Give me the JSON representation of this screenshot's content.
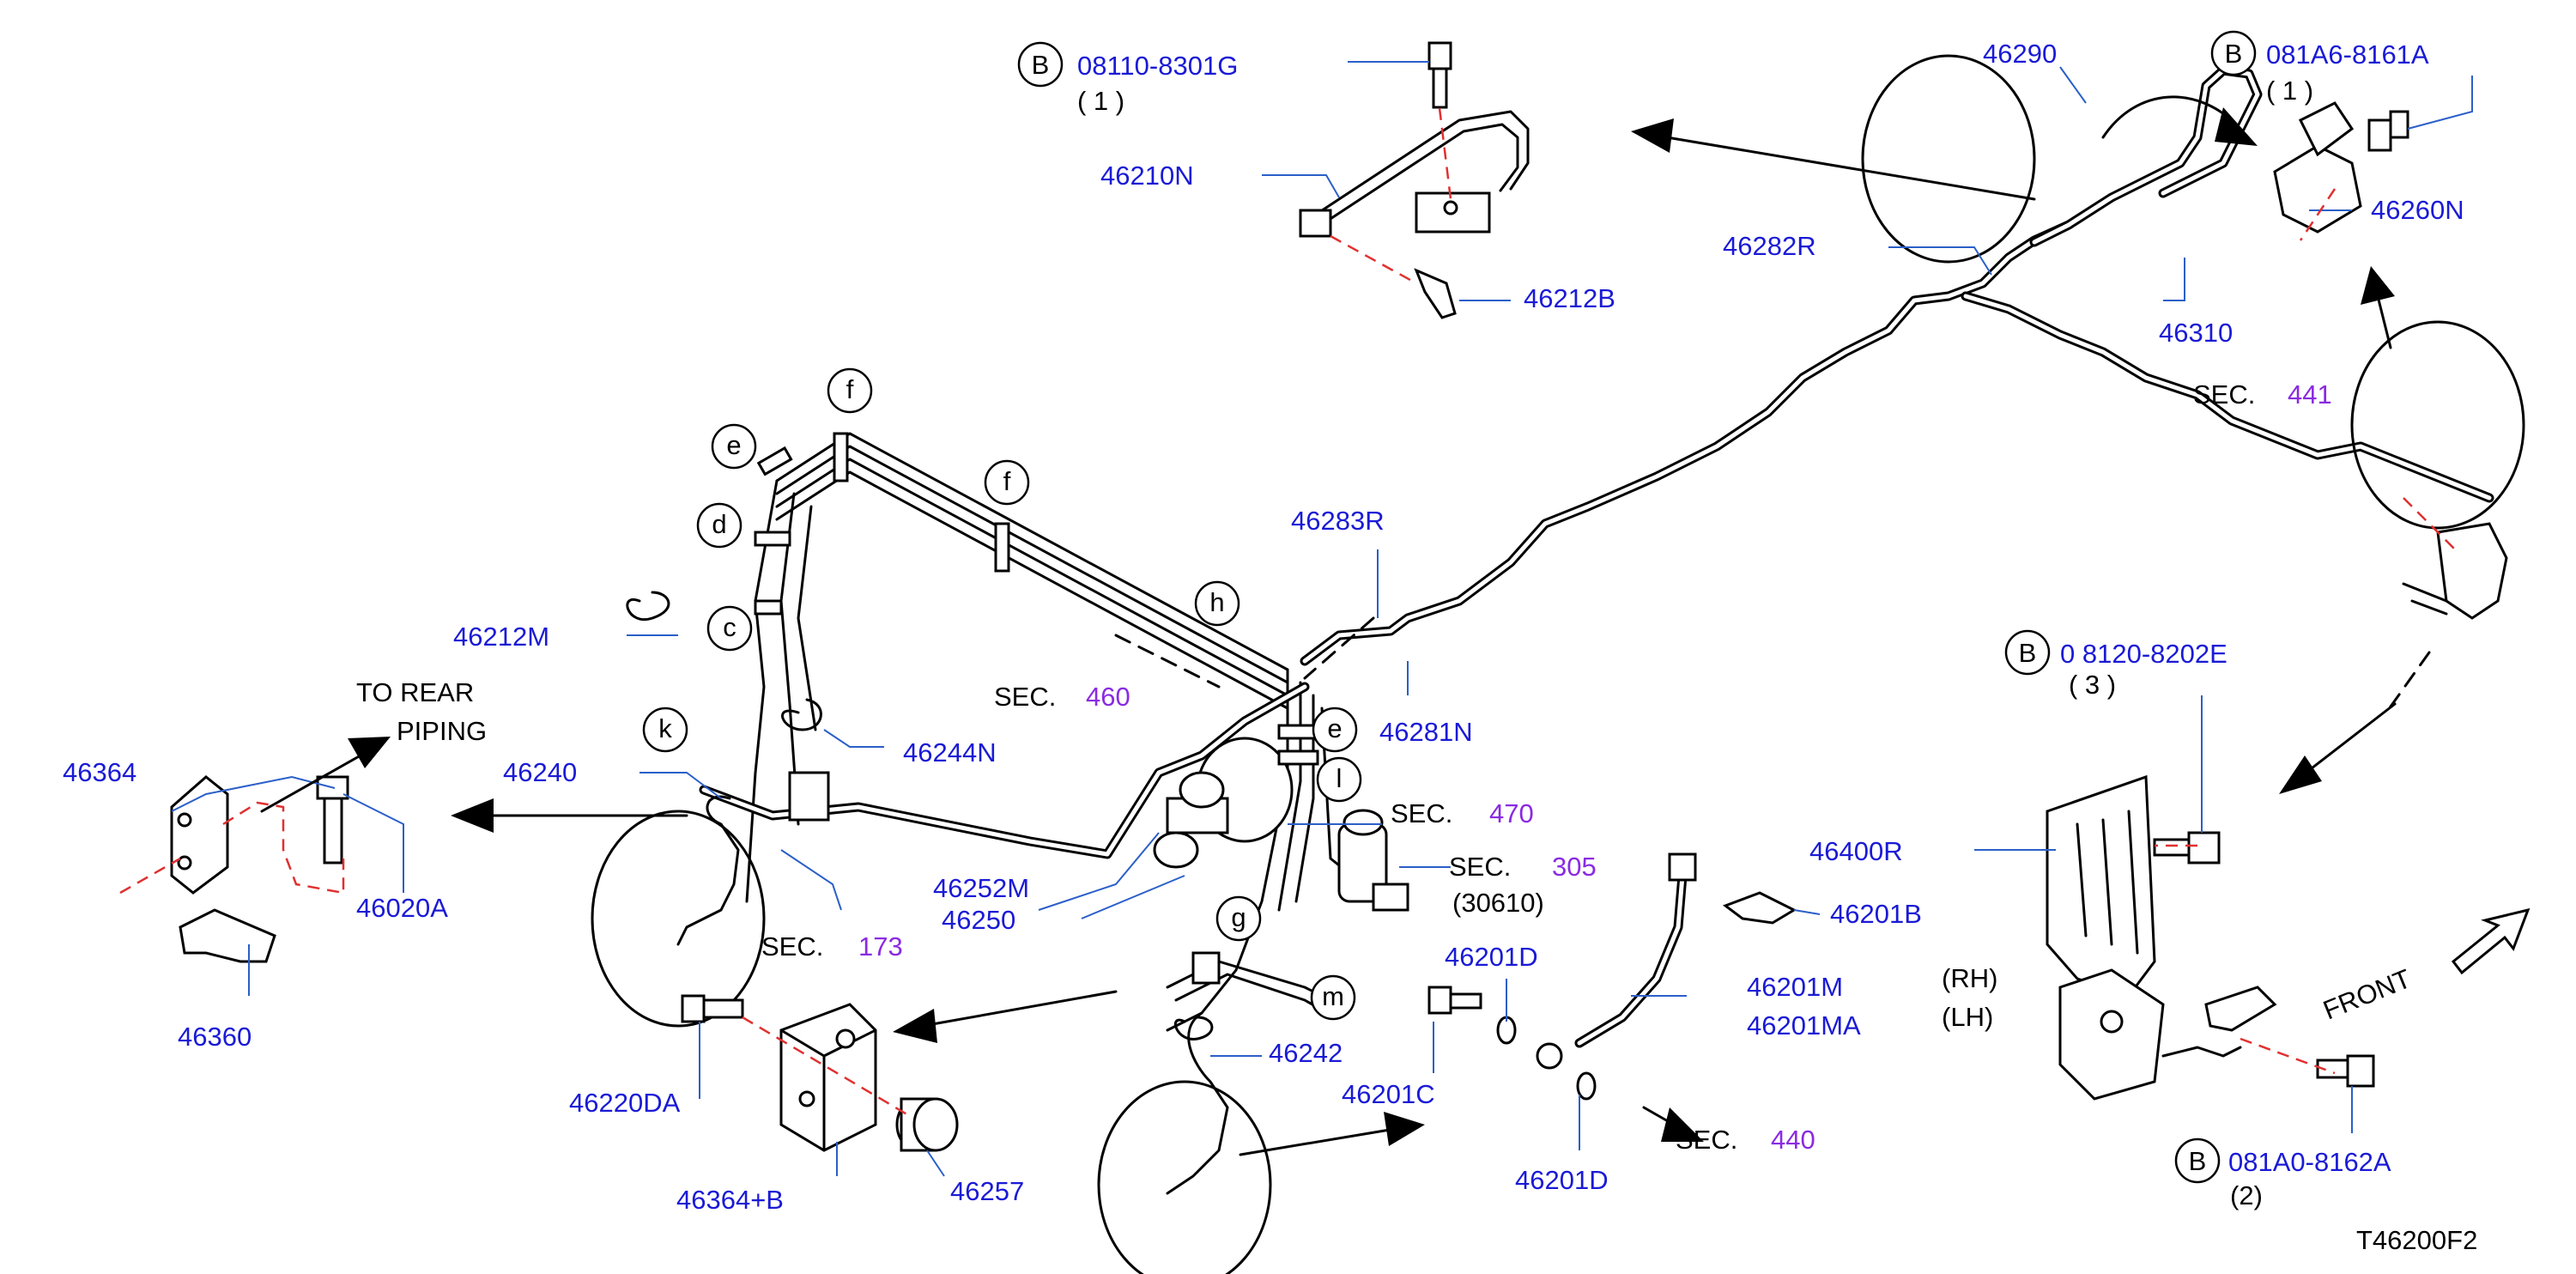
{
  "colors": {
    "part_number": "#1a1ad6",
    "section_number": "#8a2be2",
    "leader": "#2b5fc9",
    "dash": "#e03030",
    "line": "#000000"
  },
  "bolt_specs": [
    {
      "marker": "B",
      "code": "08110-8301G",
      "qty": "( 1 )"
    },
    {
      "marker": "B",
      "code": "081A6-8161A",
      "qty": "( 1 )"
    },
    {
      "marker": "B",
      "code": "0 8120-8202E",
      "qty": "( 3 )"
    },
    {
      "marker": "B",
      "code": "081A0-8162A",
      "qty": "(2)"
    }
  ],
  "parts": [
    "46210N",
    "46212B",
    "46290",
    "46260N",
    "46282R",
    "46310",
    "46283R",
    "46281N",
    "46212M",
    "46244N",
    "46240",
    "46364",
    "46020A",
    "46360",
    "46252M",
    "46250",
    "46220DA",
    "46364+B",
    "46257",
    "46242",
    "46201C",
    "46201D",
    "46201M",
    "46201MA",
    "46201B",
    "46400R",
    "46201D"
  ],
  "sections": [
    {
      "label": "SEC.",
      "number": "441"
    },
    {
      "label": "SEC.",
      "number": "460"
    },
    {
      "label": "SEC.",
      "number": "470"
    },
    {
      "label": "SEC.",
      "number": "305",
      "sub": "(30610)"
    },
    {
      "label": "SEC.",
      "number": "173"
    },
    {
      "label": "SEC.",
      "number": "440"
    }
  ],
  "clip_letters": [
    "f",
    "e",
    "f",
    "d",
    "c",
    "h",
    "k",
    "e",
    "l",
    "g",
    "m"
  ],
  "side_labels": {
    "rh": "(RH)",
    "lh": "(LH)"
  },
  "to_rear": {
    "line1": "TO  REAR",
    "line2": "PIPING"
  },
  "front_label": "FRONT",
  "diagram_code": "T46200F2"
}
